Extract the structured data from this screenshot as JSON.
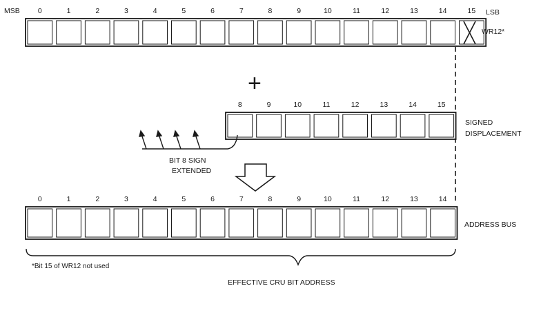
{
  "register_top": {
    "bit_numbers": [
      "0",
      "1",
      "2",
      "3",
      "4",
      "5",
      "6",
      "7",
      "8",
      "9",
      "10",
      "11",
      "12",
      "13",
      "14",
      "15"
    ],
    "msb_label": "MSB",
    "lsb_label": "LSB",
    "name": "WR12*"
  },
  "plus_symbol": "+",
  "displacement": {
    "bit_numbers": [
      "8",
      "9",
      "10",
      "11",
      "12",
      "13",
      "14",
      "15"
    ],
    "label_line1": "SIGNED",
    "label_line2": "DISPLACEMENT"
  },
  "sign_extension": {
    "line1": "BIT 8 SIGN",
    "line2": "EXTENDED"
  },
  "address_bus": {
    "bit_numbers": [
      "0",
      "1",
      "2",
      "3",
      "4",
      "5",
      "6",
      "7",
      "8",
      "9",
      "10",
      "11",
      "12",
      "13",
      "14"
    ],
    "label": "ADDRESS BUS"
  },
  "footnote": "*Bit 15 of WR12 not used",
  "bottom_label": "EFFECTIVE CRU BIT ADDRESS"
}
